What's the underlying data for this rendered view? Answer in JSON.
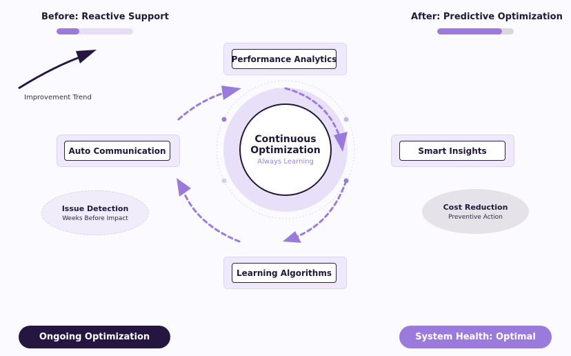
{
  "header": {
    "before": {
      "title": "Before: Reactive Support",
      "progress": 0.3
    },
    "after": {
      "title": "After: Predictive Optimization",
      "progress": 0.85
    }
  },
  "trend": {
    "label": "Improvement Trend"
  },
  "nodes": {
    "top": "Performance Analytics",
    "left": "Auto Communication",
    "right": "Smart Insights",
    "bottom": "Learning Algorithms"
  },
  "center": {
    "title_line1": "Continuous",
    "title_line2": "Optimization",
    "subtitle": "Always Learning"
  },
  "issue": {
    "title": "Issue Detection",
    "subtitle": "Weeks Before Impact"
  },
  "cost": {
    "title": "Cost Reduction",
    "subtitle": "Preventive Action"
  },
  "footer": {
    "left": "Ongoing Optimization",
    "right": "System Health: Optimal"
  },
  "colors": {
    "dark": "#241640",
    "accent": "#9a7bdc",
    "light": "#efeafb"
  }
}
